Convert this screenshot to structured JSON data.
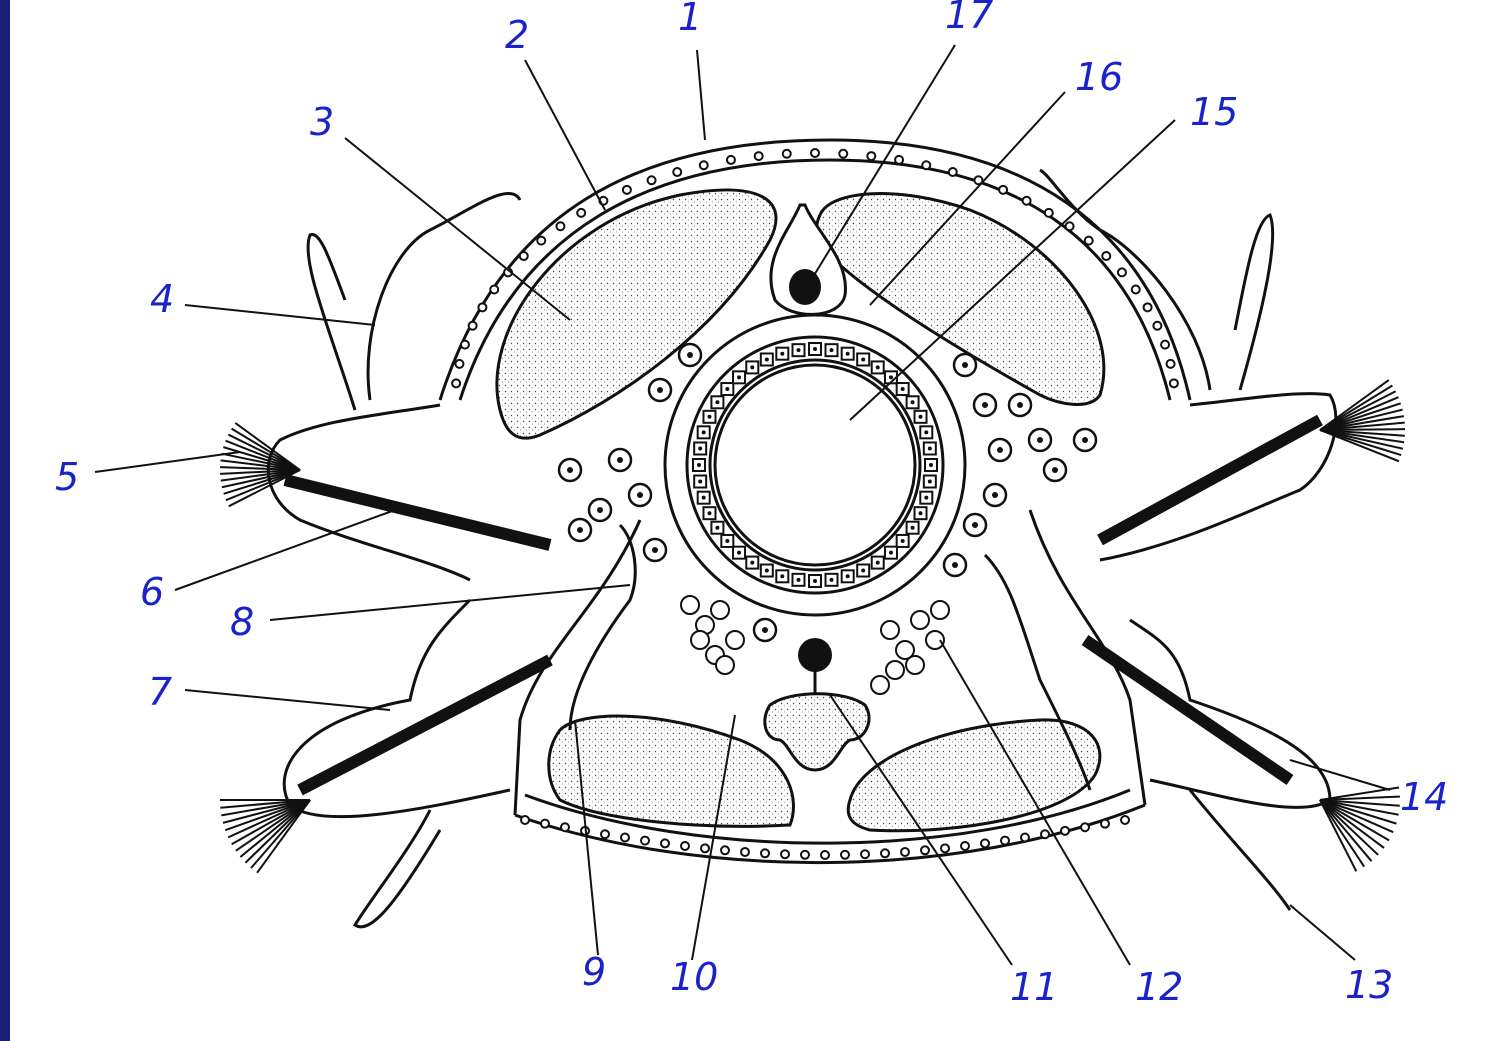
{
  "colors": {
    "background_frame": "#1a1f7a",
    "canvas": "#ffffff",
    "ink": "#111111",
    "label": "#1a23c9",
    "stipple": "#f2f2f2"
  },
  "labels": [
    {
      "id": "1",
      "text": "1"
    },
    {
      "id": "2",
      "text": "2"
    },
    {
      "id": "3",
      "text": "3"
    },
    {
      "id": "4",
      "text": "4"
    },
    {
      "id": "5",
      "text": "5"
    },
    {
      "id": "6",
      "text": "6"
    },
    {
      "id": "7",
      "text": "7"
    },
    {
      "id": "8",
      "text": "8"
    },
    {
      "id": "9",
      "text": "9"
    },
    {
      "id": "10",
      "text": "10"
    },
    {
      "id": "11",
      "text": "11"
    },
    {
      "id": "12",
      "text": "12"
    },
    {
      "id": "13",
      "text": "13"
    },
    {
      "id": "14",
      "text": "14"
    },
    {
      "id": "15",
      "text": "15"
    },
    {
      "id": "16",
      "text": "16"
    },
    {
      "id": "17",
      "text": "17"
    }
  ]
}
